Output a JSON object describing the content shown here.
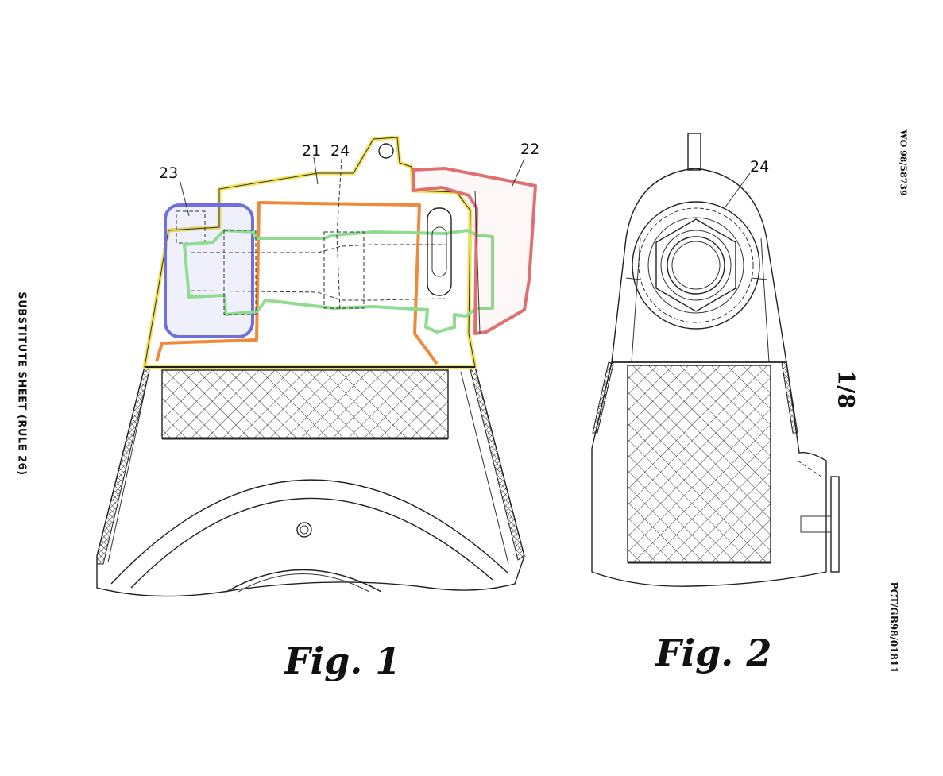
{
  "header": {
    "publication_number": "WO 98/58739",
    "application_number": "PCT/GB98/01811",
    "sheet_number": "1/8",
    "substitute_label": "SUBSTITUTE SHEET (RULE 26)"
  },
  "figures": [
    {
      "caption": "Fig. 1",
      "reference_numerals": [
        "21",
        "24",
        "22",
        "23"
      ],
      "highlight_colors": {
        "yellow": "#f1e25c",
        "orange": "#ee8a3a",
        "green": "#8fdb8f",
        "blue": "#6f6fe0",
        "red": "#e07070"
      }
    },
    {
      "caption": "Fig. 2",
      "reference_numerals": [
        "24"
      ]
    }
  ]
}
